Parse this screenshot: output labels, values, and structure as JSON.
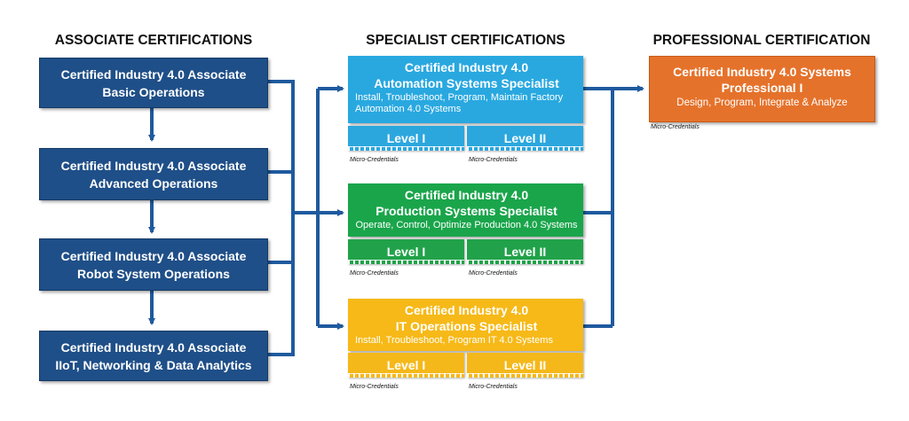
{
  "headers": {
    "associate": "ASSOCIATE CERTIFICATIONS",
    "specialist": "SPECIALIST CERTIFICATIONS",
    "professional": "PROFESSIONAL CERTIFICATION"
  },
  "associate": [
    {
      "line1": "Certified Industry 4.0 Associate",
      "line2": "Basic Operations"
    },
    {
      "line1": "Certified Industry 4.0 Associate",
      "line2": "Advanced Operations"
    },
    {
      "line1": "Certified Industry 4.0 Associate",
      "line2": "Robot System Operations"
    },
    {
      "line1": "Certified Industry 4.0 Associate",
      "line2": "IIoT, Networking & Data Analytics"
    }
  ],
  "specialist": [
    {
      "line1": "Certified Industry 4.0",
      "line2": "Automation Systems Specialist",
      "desc": "Install, Troubleshoot, Program, Maintain Factory Automation 4.0 Systems",
      "level1": "Level I",
      "level2": "Level II",
      "micro1": "Micro-Credentials",
      "micro2": "Micro-Credentials"
    },
    {
      "line1": "Certified Industry 4.0",
      "line2": "Production Systems Specialist",
      "desc": "Operate, Control, Optimize Production 4.0 Systems",
      "level1": "Level I",
      "level2": "Level II",
      "micro1": "Micro-Credentials",
      "micro2": "Micro-Credentials"
    },
    {
      "line1": "Certified Industry 4.0",
      "line2": "IT Operations Specialist",
      "desc": "Install, Troubleshoot, Program IT 4.0 Systems",
      "level1": "Level I",
      "level2": "Level II",
      "micro1": "Micro-Credentials",
      "micro2": "Micro-Credentials"
    }
  ],
  "professional": {
    "line1": "Certified Industry 4.0 Systems",
    "line2": "Professional I",
    "desc": "Design, Program, Integrate & Analyze",
    "micro": "Micro-Credentials"
  },
  "colors": {
    "associate": "#1f4f88",
    "connector": "#1f5a9e",
    "automation": "#29a8e0",
    "production": "#1aa54b",
    "it": "#f6b918",
    "professional": "#e5722b"
  }
}
